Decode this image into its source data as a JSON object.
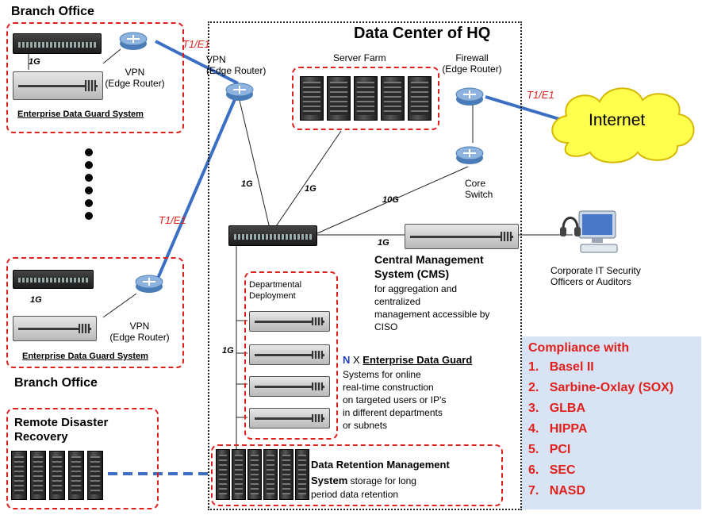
{
  "diagram": {
    "branch_top_label": "Branch Office",
    "branch_bottom_label": "Branch Office",
    "datacenter_title": "Data Center of HQ",
    "remote_dr_label": "Remote Disaster Recovery",
    "remote_dr_line1": "Remote Disaster",
    "remote_dr_line2": "Recovery",
    "edg_system_label": "Enterprise Data Guard System",
    "vpn_line1": "VPN",
    "vpn_line2": "(Edge Router)",
    "server_farm": "Server Farm",
    "firewall_line1": "Firewall",
    "firewall_line2": "(Edge Router)",
    "core_switch_line1": "Core",
    "core_switch_line2": "Switch",
    "internet": "Internet",
    "link_t1e1": "T1/E1",
    "speed_1g": "1G",
    "speed_10g": "10G",
    "cms_title_line1": "Central Management",
    "cms_title_line2": "System (CMS)",
    "cms_desc": [
      "for aggregation and",
      "centralized",
      "management accessible by",
      "CISO"
    ],
    "corp_it_line1": "Corporate IT Security",
    "corp_it_line2": "Officers  or Auditors",
    "dept_line1": "Departmental",
    "dept_line2": "Deployment",
    "nx_n": "N",
    "nx_x": " X ",
    "nx_title": "Enterprise Data Guard",
    "nx_desc": [
      "Systems for online",
      "real-time construction",
      "on targeted users or IP's",
      "in different departments",
      "or subnets"
    ],
    "drm_title_line1": "Data Retention Management",
    "drm_title_line2": "System",
    "drm_desc_inline": "storage for long",
    "drm_desc_line2": "period data retention"
  },
  "compliance": {
    "title": "Compliance with",
    "items": [
      {
        "num": "1.",
        "label": "Basel II"
      },
      {
        "num": "2.",
        "label": "Sarbine-Oxlay (SOX)"
      },
      {
        "num": "3.",
        "label": "GLBA"
      },
      {
        "num": "4.",
        "label": "HIPPA"
      },
      {
        "num": "5.",
        "label": "PCI"
      },
      {
        "num": "6.",
        "label": "SEC"
      },
      {
        "num": "7.",
        "label": "NASD"
      }
    ]
  },
  "colors": {
    "accent_red": "#e0201c",
    "link_blue": "#3a6fc4",
    "internet_cloud": "#ffff4d",
    "compliance_bg": "#d8e4f4",
    "nx_blue": "#1f3fbf"
  },
  "icons": [
    "router-icon",
    "switch-icon",
    "rack-server-icon",
    "tower-server-icon",
    "cloud-icon",
    "computer-with-headset-icon"
  ]
}
